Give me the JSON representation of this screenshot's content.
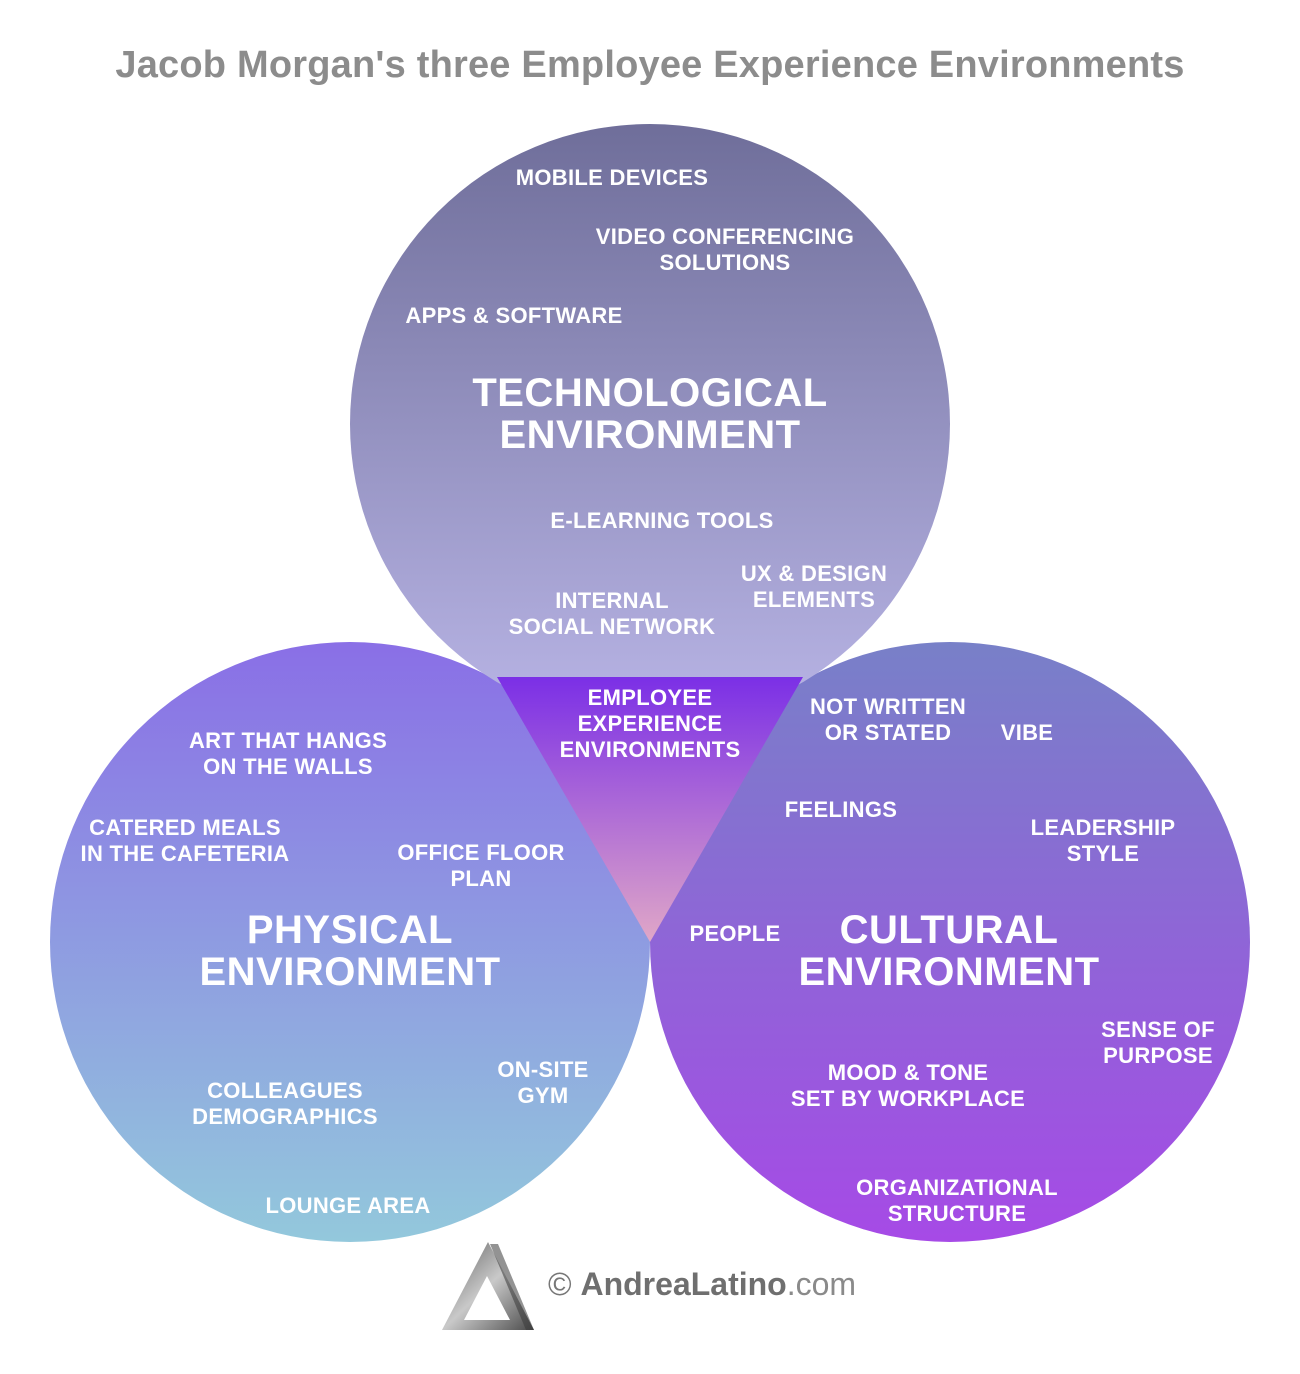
{
  "title": "Jacob Morgan's three Employee Experience Environments",
  "colors": {
    "tech_top": "#6f6e9a",
    "tech_bottom": "#b9b5e6",
    "phys_top": "#8a6fe6",
    "phys_bottom": "#93c8dc",
    "cult_top": "#7880c8",
    "cult_bottom": "#a64ae6",
    "center_top": "#7b2fe6",
    "center_bottom": "#e0a7c7",
    "title": "#8c8c8c",
    "text": "#ffffff"
  },
  "technological": {
    "title_line1": "TECHNOLOGICAL",
    "title_line2": "ENVIRONMENT",
    "mobile": "MOBILE DEVICES",
    "video_l1": "VIDEO CONFERENCING",
    "video_l2": "SOLUTIONS",
    "apps": "APPS & SOFTWARE",
    "elearning": "E-LEARNING TOOLS",
    "ux_l1": "UX & DESIGN",
    "ux_l2": "ELEMENTS",
    "social_l1": "INTERNAL",
    "social_l2": "SOCIAL NETWORK"
  },
  "physical": {
    "title_line1": "PHYSICAL",
    "title_line2": "ENVIRONMENT",
    "art_l1": "ART THAT HANGS",
    "art_l2": "ON THE WALLS",
    "meals_l1": "CATERED MEALS",
    "meals_l2": "IN THE CAFETERIA",
    "floor_l1": "OFFICE FLOOR",
    "floor_l2": "PLAN",
    "gym_l1": "ON-SITE",
    "gym_l2": "GYM",
    "colleagues_l1": "COLLEAGUES",
    "colleagues_l2": "DEMOGRAPHICS",
    "lounge": "LOUNGE AREA"
  },
  "cultural": {
    "title_line1": "CULTURAL",
    "title_line2": "ENVIRONMENT",
    "notwritten_l1": "NOT WRITTEN",
    "notwritten_l2": "OR STATED",
    "vibe": "VIBE",
    "feelings": "FEELINGS",
    "leadership_l1": "LEADERSHIP",
    "leadership_l2": "STYLE",
    "people": "PEOPLE",
    "purpose_l1": "SENSE OF",
    "purpose_l2": "PURPOSE",
    "mood_l1": "MOOD & TONE",
    "mood_l2": "SET BY WORKPLACE",
    "org_l1": "ORGANIZATIONAL",
    "org_l2": "STRUCTURE"
  },
  "center": {
    "l1": "EMPLOYEE",
    "l2": "EXPERIENCE",
    "l3": "ENVIRONMENTS"
  },
  "footer": {
    "copyright": "©",
    "brand": "AndreaLatino",
    "tld": ".com"
  },
  "icons": {
    "logo": "triangle-logo-icon"
  }
}
